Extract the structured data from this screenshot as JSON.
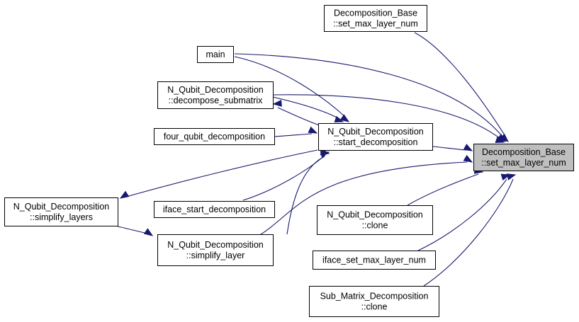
{
  "graph": {
    "colors": {
      "edge": "#191970",
      "node_border": "#000000",
      "node_fill": "#ffffff",
      "focus_fill": "#bfbfbf"
    },
    "nodes": {
      "db_set_max": {
        "lines": [
          "Decomposition_Base",
          "::set_max_layer_num"
        ]
      },
      "main": {
        "lines": [
          "main"
        ]
      },
      "nqd_decompose_submatrix": {
        "lines": [
          "N_Qubit_Decomposition",
          "::decompose_submatrix"
        ]
      },
      "four_qubit": {
        "lines": [
          "four_qubit_decomposition"
        ]
      },
      "nqd_start": {
        "lines": [
          "N_Qubit_Decomposition",
          "::start_decomposition"
        ]
      },
      "focus": {
        "lines": [
          "Decomposition_Base",
          "::set_max_layer_num"
        ]
      },
      "nqd_simplify_layers": {
        "lines": [
          "N_Qubit_Decomposition",
          "::simplify_layers"
        ]
      },
      "iface_start": {
        "lines": [
          "iface_start_decomposition"
        ]
      },
      "nqd_clone": {
        "lines": [
          "N_Qubit_Decomposition",
          "::clone"
        ]
      },
      "nqd_simplify_layer": {
        "lines": [
          "N_Qubit_Decomposition",
          "::simplify_layer"
        ]
      },
      "iface_set_max": {
        "lines": [
          "iface_set_max_layer_num"
        ]
      },
      "smd_clone": {
        "lines": [
          "Sub_Matrix_Decomposition",
          "::clone"
        ]
      }
    },
    "edges": [
      {
        "from": "db_set_max",
        "to": "focus"
      },
      {
        "from": "main",
        "to": "focus"
      },
      {
        "from": "main",
        "to": "nqd_start"
      },
      {
        "from": "nqd_decompose_submatrix",
        "to": "focus"
      },
      {
        "from": "nqd_decompose_submatrix",
        "to": "nqd_start"
      },
      {
        "from": "nqd_start",
        "to": "nqd_decompose_submatrix"
      },
      {
        "from": "four_qubit",
        "to": "nqd_start"
      },
      {
        "from": "nqd_start",
        "to": "focus"
      },
      {
        "from": "nqd_start",
        "to": "nqd_simplify_layers"
      },
      {
        "from": "nqd_simplify_layers",
        "to": "nqd_simplify_layer"
      },
      {
        "from": "iface_start",
        "to": "nqd_start"
      },
      {
        "from": "nqd_simplify_layer",
        "to": "nqd_start"
      },
      {
        "from": "nqd_simplify_layer",
        "to": "focus"
      },
      {
        "from": "nqd_clone",
        "to": "focus"
      },
      {
        "from": "iface_set_max",
        "to": "focus"
      },
      {
        "from": "smd_clone",
        "to": "focus"
      }
    ]
  }
}
